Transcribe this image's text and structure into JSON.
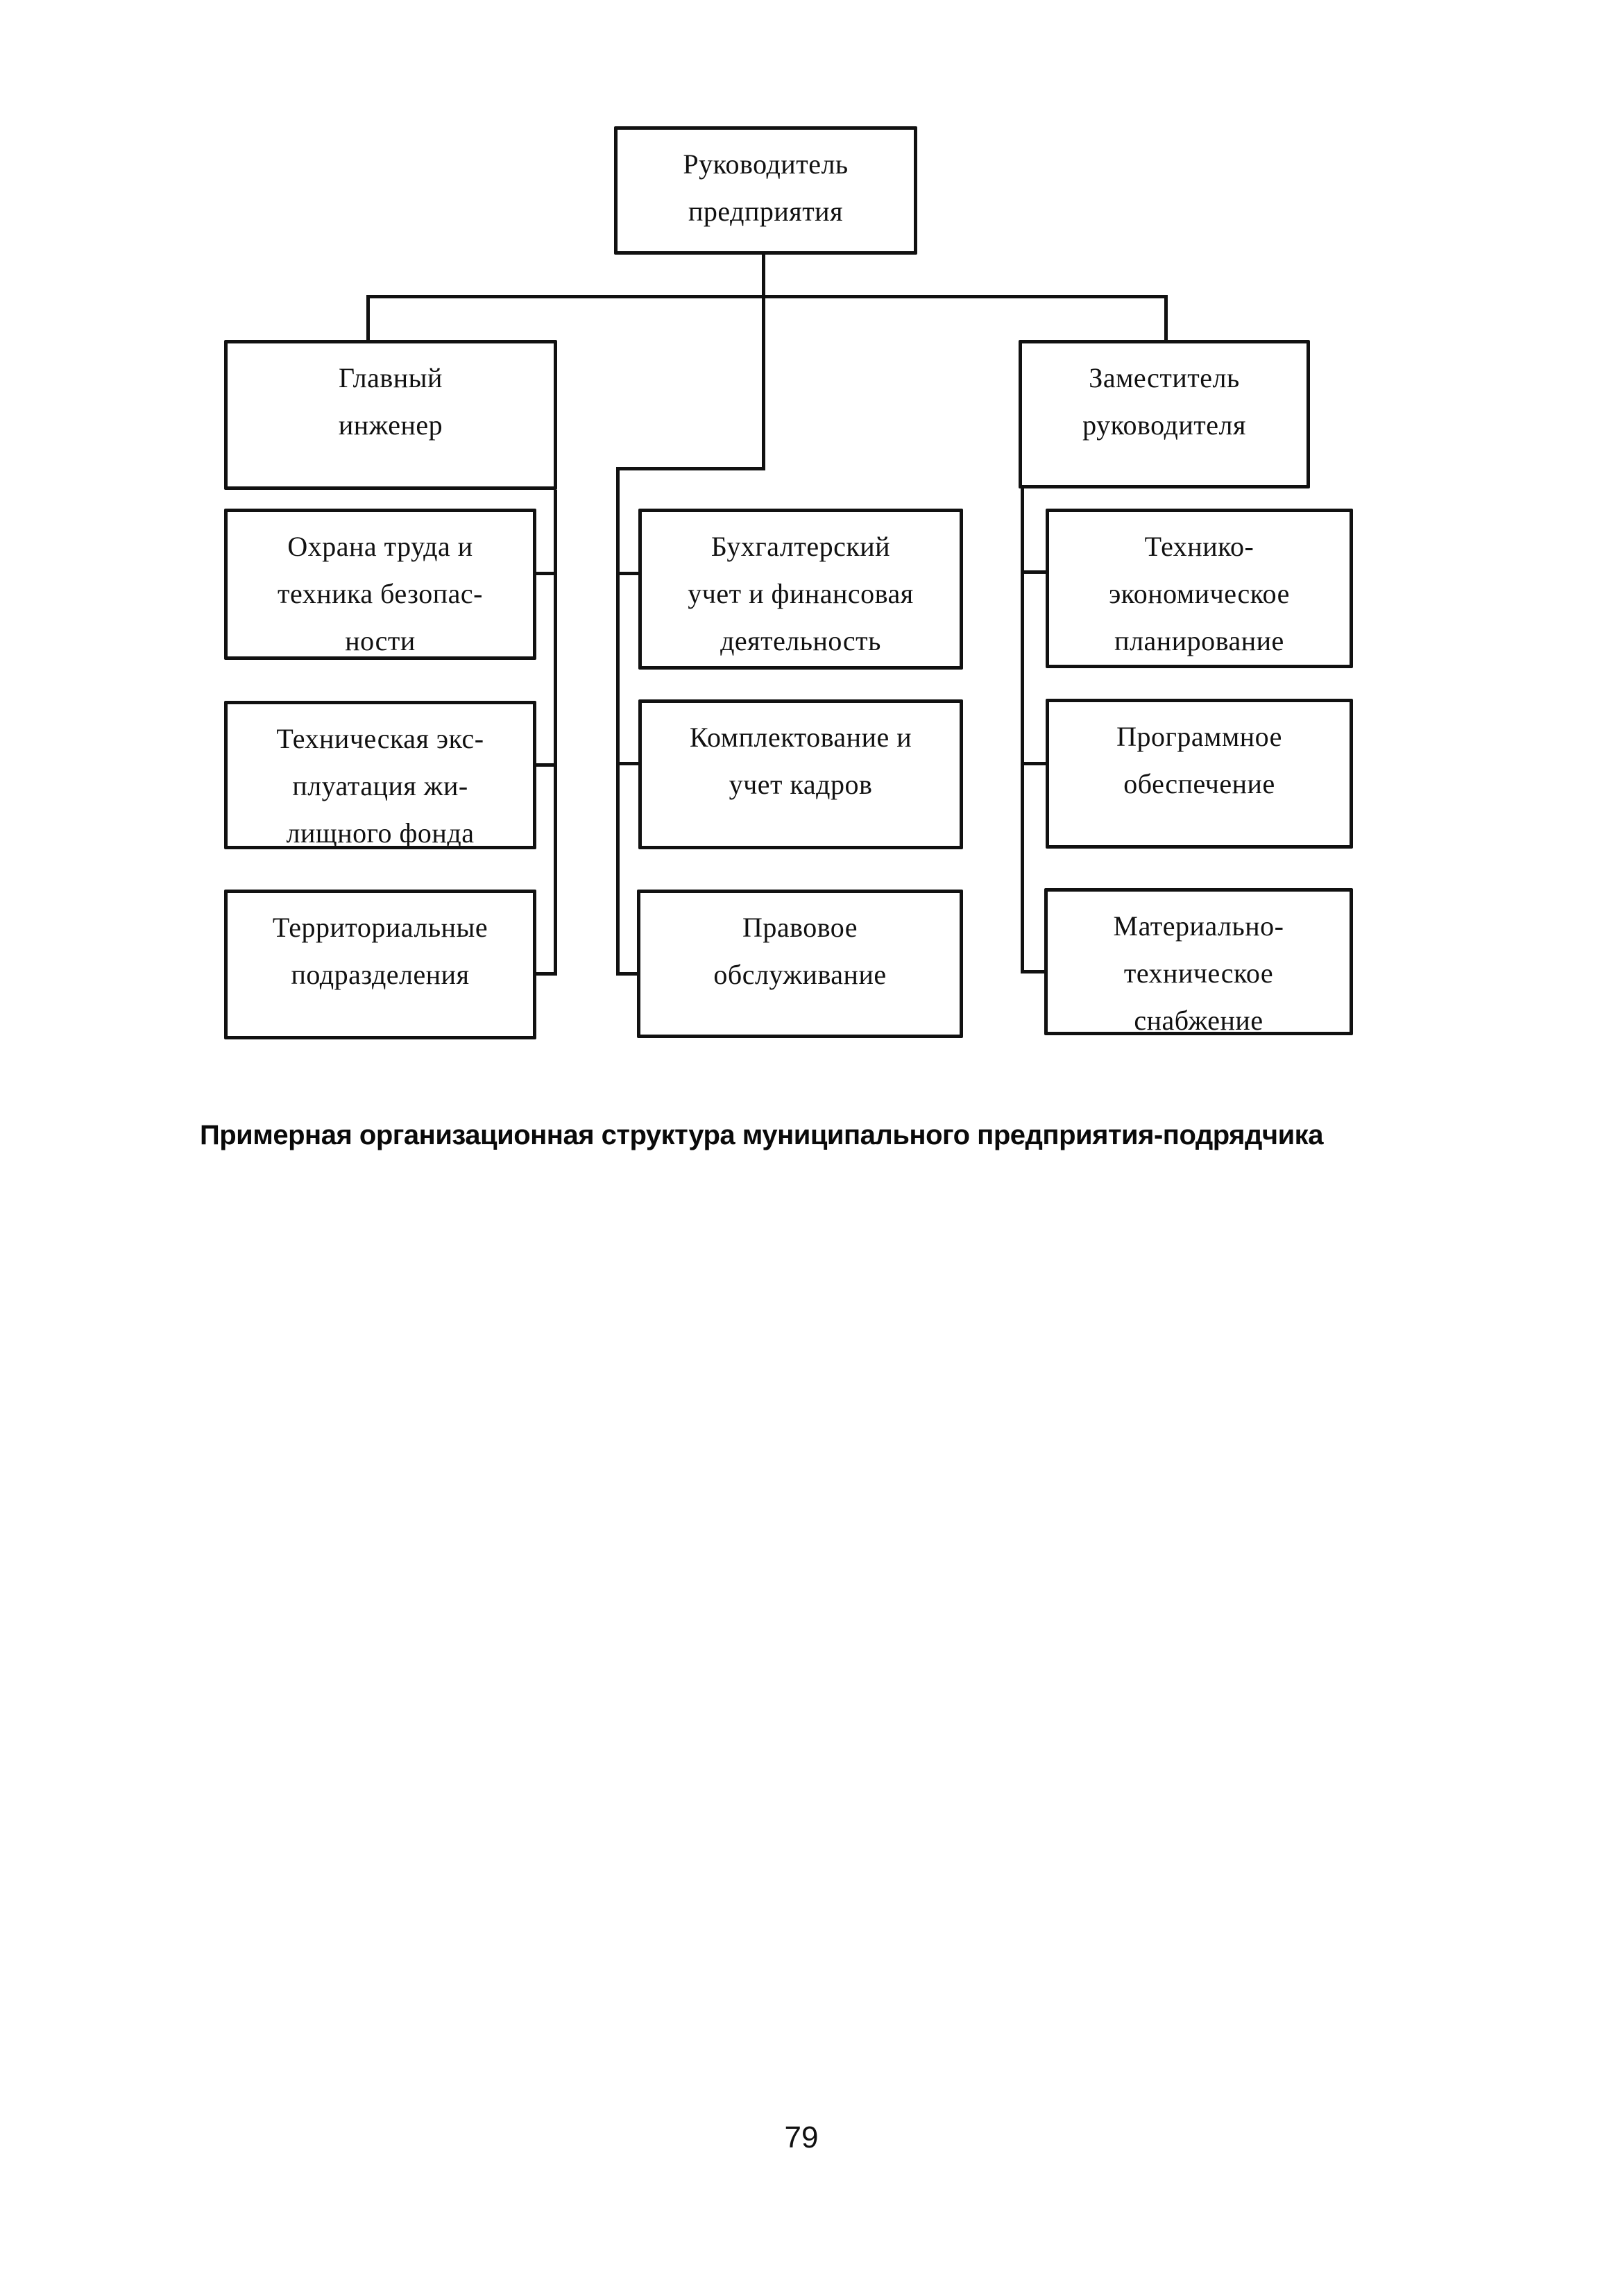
{
  "document": {
    "caption": "Примерная организационная структура муниципального предприятия-подрядчика",
    "page_number": "79"
  },
  "org_chart": {
    "root": {
      "label": "Руководитель\nпредприятия"
    },
    "left_branch": {
      "head": {
        "label": "Главный\nинженер"
      },
      "children": [
        {
          "label": "Охрана труда и\nтехника безопас-\nности"
        },
        {
          "label": "Техническая экс-\nплуатация жи-\nлищного фонда"
        },
        {
          "label": "Территориальные\nподразделения"
        }
      ]
    },
    "middle_branch": {
      "children": [
        {
          "label": "Бухгалтерский\nучет и финансовая\nдеятельность"
        },
        {
          "label": "Комплектование и\nучет кадров"
        },
        {
          "label": "Правовое\nобслуживание"
        }
      ]
    },
    "right_branch": {
      "head": {
        "label": "Заместитель\nруководителя"
      },
      "children": [
        {
          "label": "Технико-\nэкономическое\nпланирование"
        },
        {
          "label": "Программное\nобеспечение"
        },
        {
          "label": "Материально-\nтехническое\nснабжение"
        }
      ]
    }
  },
  "colors": {
    "ink": "#111111",
    "paper": "#ffffff"
  }
}
